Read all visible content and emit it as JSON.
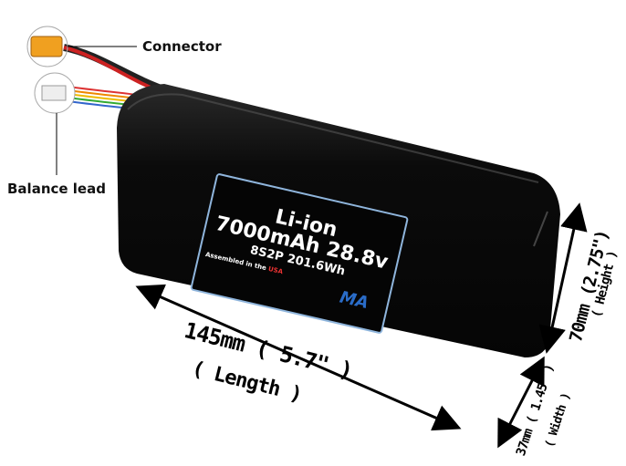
{
  "callouts": {
    "connector": "Connector",
    "balance_lead": "Balance lead"
  },
  "label_plate": {
    "chemistry": "Li-ion",
    "capacity_voltage": "7000mAh 28.8v",
    "config_energy": "8S2P 201.6Wh",
    "assembled": "Assembled in the",
    "usa": "USA",
    "logo": "MA"
  },
  "dimensions": {
    "length_value": "145mm ( 5.7\" )",
    "length_name": "( Length )",
    "height_value": "70mm (2.75\")",
    "height_name": "( Height )",
    "width_value": "37mm ( 1.45\" )",
    "width_name": "( Width )"
  },
  "colors": {
    "battery": "#0b0b0b",
    "plate_border": "#8fb5dc",
    "connector": "#f0a020",
    "logo": "#2a6cc8"
  }
}
